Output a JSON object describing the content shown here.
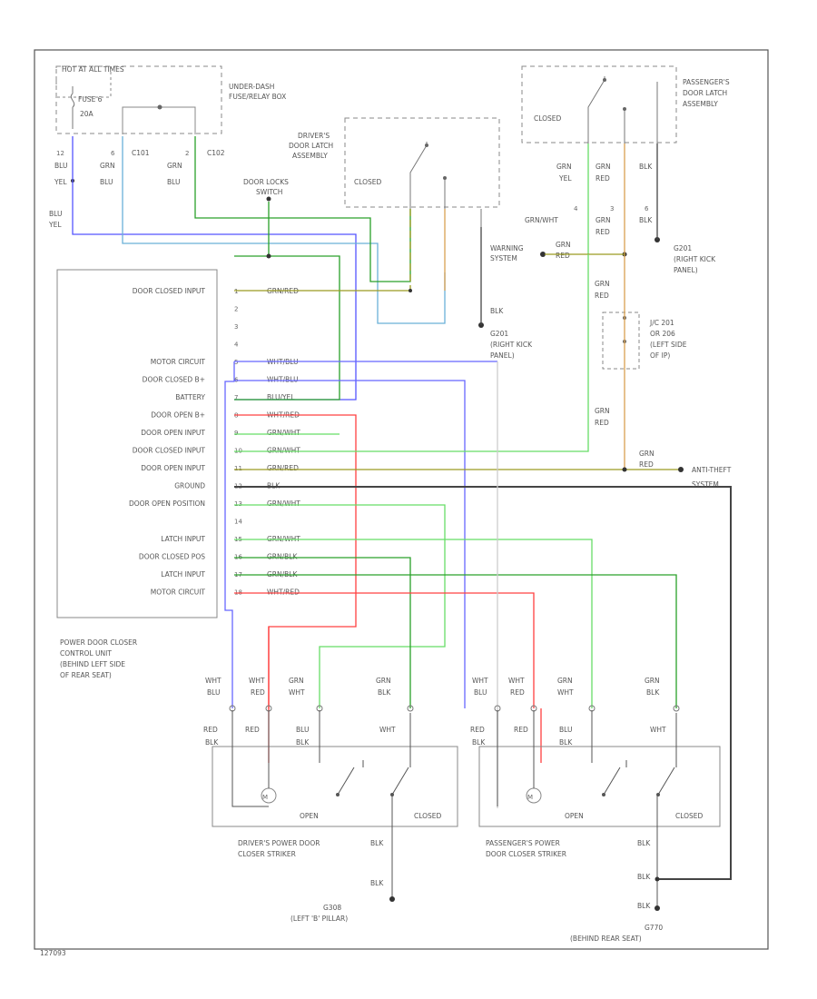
{
  "fuse_box": {
    "hot_label": "HOT AT ALL TIMES",
    "fuse_label": "FUSE 6",
    "fuse_rating": "20A",
    "title_l1": "UNDER-DASH",
    "title_l2": "FUSE/RELAY BOX"
  },
  "driver_latch": {
    "title_l1": "DRIVER'S",
    "title_l2": "DOOR LATCH",
    "title_l3": "ASSEMBLY",
    "switch_label": "CLOSED"
  },
  "pass_latch": {
    "title_l1": "PASSENGER'S",
    "title_l2": "DOOR LATCH",
    "title_l3": "ASSEMBLY",
    "switch_label": "CLOSED"
  },
  "door_lock_switch": {
    "l1": "DOOR LOCKS",
    "l2": "SWITCH"
  },
  "warning_system": {
    "l1": "WARNING",
    "l2": "SYSTEM"
  },
  "anti_theft": {
    "l1": "ANTI-THEFT",
    "l2": "SYSTEM"
  },
  "connectors": {
    "c101": "C101",
    "c102": "C102"
  },
  "jc201": {
    "l1": "J/C 201",
    "l2": "OR 206",
    "l3": "(LEFT SIDE",
    "l4": "OF IP)"
  },
  "g201_top": {
    "name": "G201",
    "l1": "(RIGHT KICK",
    "l2": "PANEL)"
  },
  "g201_mid": {
    "name": "G201",
    "l1": "(RIGHT KICK",
    "l2": "PANEL)"
  },
  "control_unit": {
    "pins": [
      {
        "num": "1",
        "label": "DOOR CLOSED INPUT",
        "wire": "GRN/RED"
      },
      {
        "num": "2",
        "label": "",
        "wire": ""
      },
      {
        "num": "3",
        "label": "",
        "wire": ""
      },
      {
        "num": "4",
        "label": "",
        "wire": ""
      },
      {
        "num": "5",
        "label": "MOTOR CIRCUIT",
        "wire": "WHT/BLU"
      },
      {
        "num": "6",
        "label": "DOOR CLOSED B+",
        "wire": "WHT/BLU"
      },
      {
        "num": "7",
        "label": "BATTERY",
        "wire": "BLU/YEL"
      },
      {
        "num": "8",
        "label": "DOOR OPEN B+",
        "wire": "WHT/RED"
      },
      {
        "num": "9",
        "label": "DOOR OPEN INPUT",
        "wire": "GRN/WHT"
      },
      {
        "num": "10",
        "label": "DOOR CLOSED INPUT",
        "wire": "GRN/WHT"
      },
      {
        "num": "11",
        "label": "DOOR OPEN INPUT",
        "wire": "GRN/RED"
      },
      {
        "num": "12",
        "label": "GROUND",
        "wire": "BLK"
      },
      {
        "num": "13",
        "label": "DOOR OPEN POSITION",
        "wire": "GRN/WHT"
      },
      {
        "num": "14",
        "label": "",
        "wire": ""
      },
      {
        "num": "15",
        "label": "LATCH INPUT",
        "wire": "GRN/WHT"
      },
      {
        "num": "16",
        "label": "DOOR CLOSED POS",
        "wire": "GRN/BLK"
      },
      {
        "num": "17",
        "label": "LATCH INPUT",
        "wire": "GRN/BLK"
      },
      {
        "num": "18",
        "label": "MOTOR CIRCUIT",
        "wire": "WHT/RED"
      }
    ],
    "title_l1": "POWER DOOR CLOSER",
    "title_l2": "CONTROL UNIT",
    "title_l3": "(BEHIND LEFT SIDE",
    "title_l4": "OF REAR SEAT)"
  },
  "driver_striker": {
    "open": "OPEN",
    "closed": "CLOSED",
    "title_l1": "DRIVER'S POWER DOOR",
    "title_l2": "CLOSER STRIKER"
  },
  "pass_striker": {
    "open": "OPEN",
    "closed": "CLOSED",
    "title_l1": "PASSENGER'S POWER",
    "title_l2": "DOOR CLOSER STRIKER"
  },
  "g_left": {
    "name": "G308",
    "loc": "(LEFT 'B' PILLAR)"
  },
  "g_right": {
    "name": "G770",
    "loc": "(BEHIND REAR SEAT)"
  },
  "wires": {
    "blu": "BLU",
    "yel": "YEL",
    "blk": "BLK",
    "grn": "GRN",
    "wht": "WHT",
    "red": "RED",
    "grn_blu": "GRN/BLU",
    "grn_wht": "GRN/WHT",
    "grn_red": "GRN/RED",
    "blu_yel": "BLU/YEL",
    "red_blk": "RED/BLK",
    "blu_blk": "BLU/BLK",
    "wht_blu": "WHT/BLU",
    "wht_red": "WHT/RED",
    "grn_blk": "GRN/BLK"
  },
  "footer_code": "127093",
  "colors": {
    "green": "#2aa02a",
    "blue": "#4040ff",
    "red": "#ff3030",
    "yellow_green": "#9a9a20",
    "light_green": "#66dd66",
    "orange": "#d8a050",
    "light_blue": "#6ab0d8",
    "black": "#444444"
  }
}
